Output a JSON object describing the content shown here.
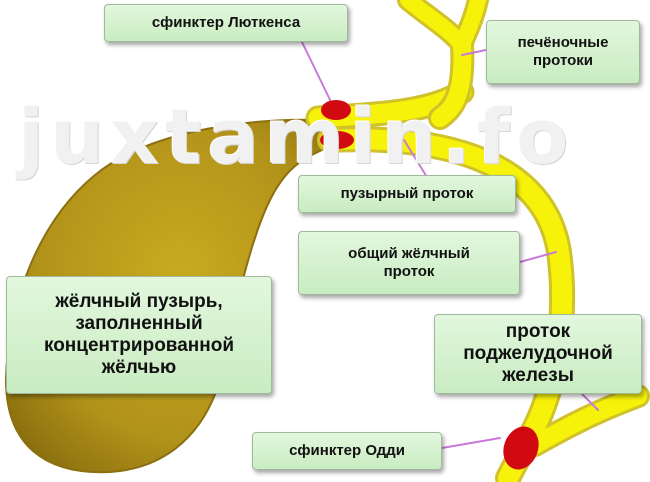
{
  "watermark": "juxtamin.fo",
  "colors": {
    "duct_yellow": "#f7f20a",
    "duct_outline": "#d2c62a",
    "gallbladder_light": "#c2a51d",
    "gallbladder_dark": "#8a6d0c",
    "sphincter_red": "#d10a12",
    "label_fill": "#d6f3d0",
    "pointer_color": "#c87ad8"
  },
  "labels": {
    "sphincter_lutkens": "сфинктер Люткенса",
    "hepatic_ducts": [
      "печёночные",
      "протоки"
    ],
    "cystic_duct": "пузырный проток",
    "common_bile_duct": [
      "общий жёлчный",
      "проток"
    ],
    "gallbladder": [
      "жёлчный пузырь,",
      "заполненный",
      "концентрированной",
      "жёлчью"
    ],
    "pancreatic_duct": [
      "проток",
      "поджелудочной",
      "железы"
    ],
    "sphincter_oddi": "сфинктер Одди"
  }
}
